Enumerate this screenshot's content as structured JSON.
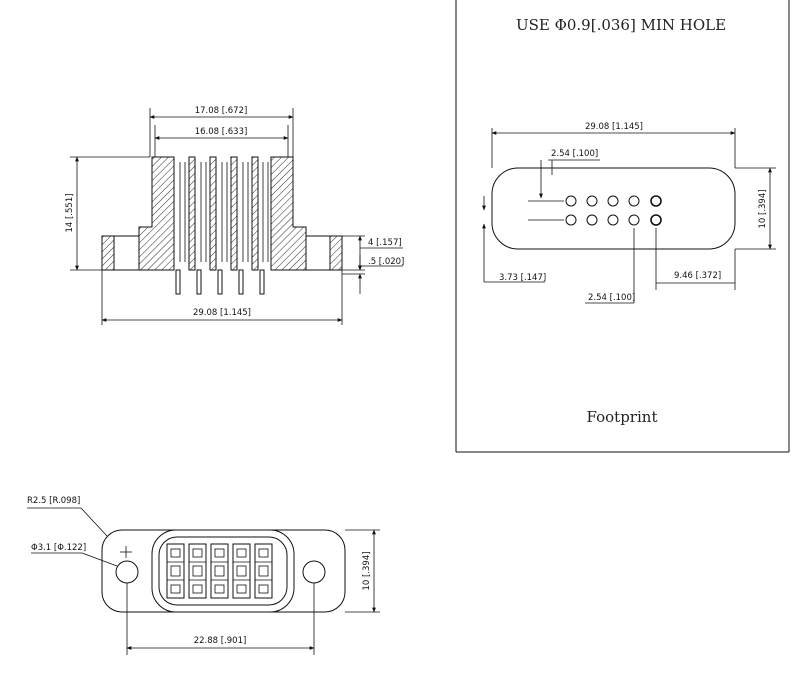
{
  "front_view": {
    "dim_top_outer": "17.08 [.672]",
    "dim_top_inner": "16.08 [.633]",
    "dim_height": "14 [.551]",
    "dim_flange": "4 [.157]",
    "dim_standoff": ".5 [.020]",
    "dim_width": "29.08 [1.145]"
  },
  "footprint": {
    "note": "USE  Φ0.9[.036] MIN HOLE",
    "dim_width": "29.08 [1.145]",
    "dim_pitch_top": "2.54 [.100]",
    "dim_height": "10 [.394]",
    "dim_left_offset": "3.73 [.147]",
    "dim_pitch_bottom": "2.54 [.100]",
    "dim_right_offset": "9.46 [.372]",
    "label": "Footprint"
  },
  "top_view": {
    "dim_radius": "R2.5 [R.098]",
    "dim_hole": "Φ3.1 [Φ.122]",
    "dim_height": "10 [.394]",
    "dim_hole_spacing": "22.88 [.901]"
  }
}
